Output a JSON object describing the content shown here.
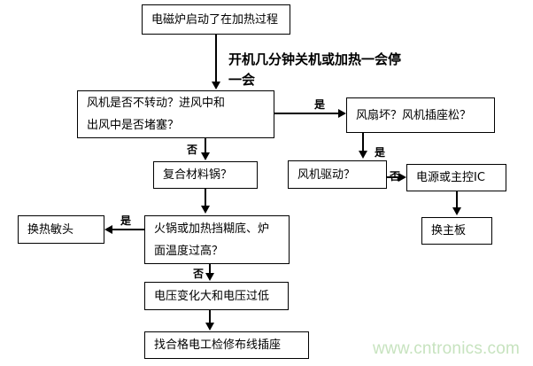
{
  "diagram": {
    "title_annotation": "开机几分钟关机或加热一会停\n一会",
    "watermark": "www.cntronics.com",
    "nodes": {
      "start": "电磁炉启动了在加热过程",
      "fan_check": "风机是否不转动？进风中和\n出风中是否堵塞？",
      "fan_broken": "风扇坏？风机插座松？",
      "composite_pot": "复合材料锅？",
      "fan_drive": "风机驱动？",
      "power_or_mcu_ic": "电源或主控IC",
      "replace_thermistor": "换热敏头",
      "hotpot_overheat": "火锅或加热挡糊底、炉\n面温度过高？",
      "replace_mainboard": "换主板",
      "voltage_problem": "电压变化大和电压过低",
      "find_electrician": "找合格电工检修布线插座"
    },
    "edge_labels": {
      "fan_check_yes": "是",
      "fan_check_no": "否",
      "fan_drive_yes": "是",
      "fan_drive_no": "否",
      "hotpot_yes": "是",
      "hotpot_no": "否"
    }
  }
}
